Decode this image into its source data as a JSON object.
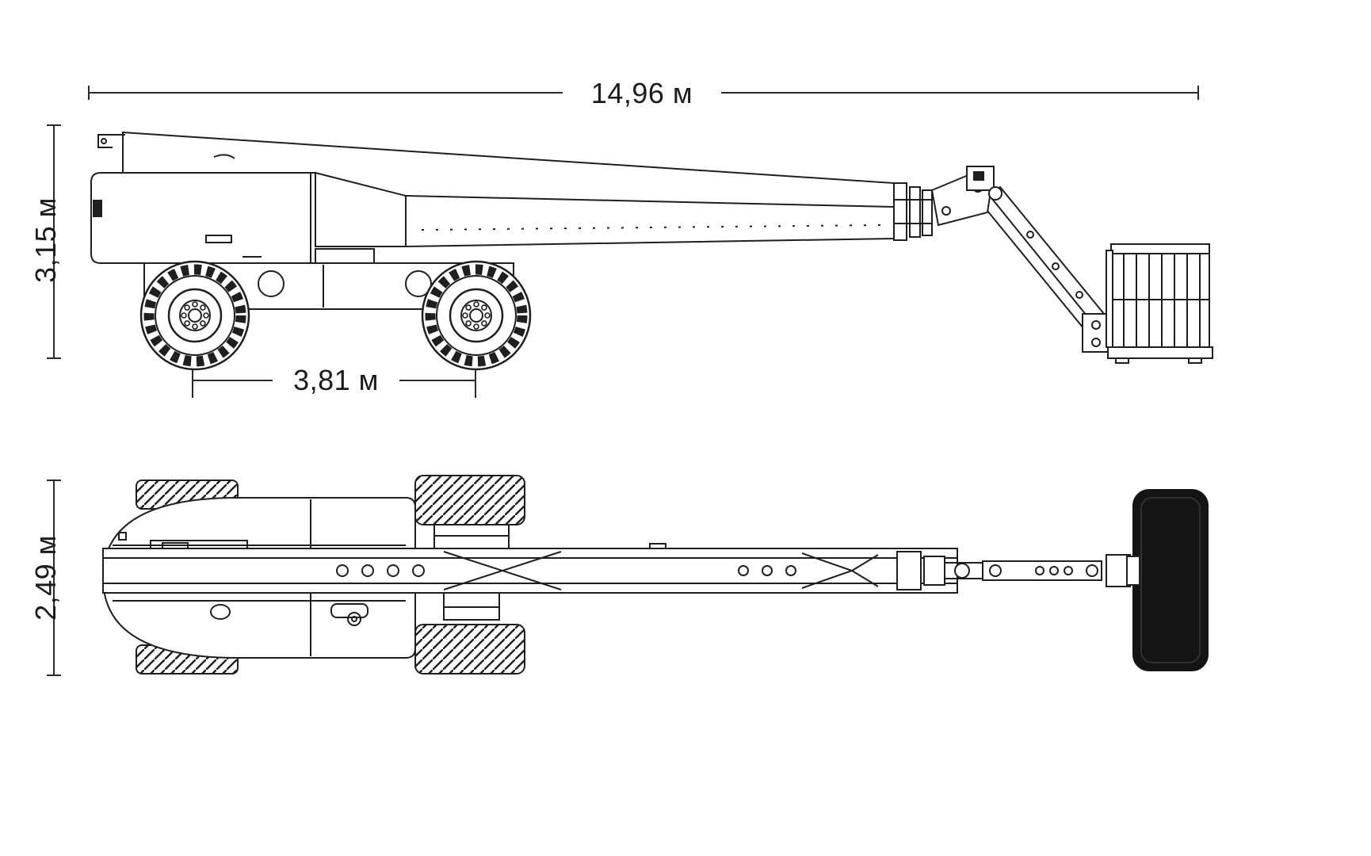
{
  "diagram": {
    "type": "dimensional-drawing",
    "subject": "telescopic-boom-lift",
    "dimensions": {
      "overall_length": "14,96 м",
      "overall_height": "3,15 м",
      "wheelbase": "3,81 м",
      "overall_width": "2,49 м"
    },
    "colors": {
      "line": "#1f1f1f",
      "dimension_line": "#2a2a2a",
      "platform_fill": "#141414",
      "background": "#ffffff"
    }
  }
}
